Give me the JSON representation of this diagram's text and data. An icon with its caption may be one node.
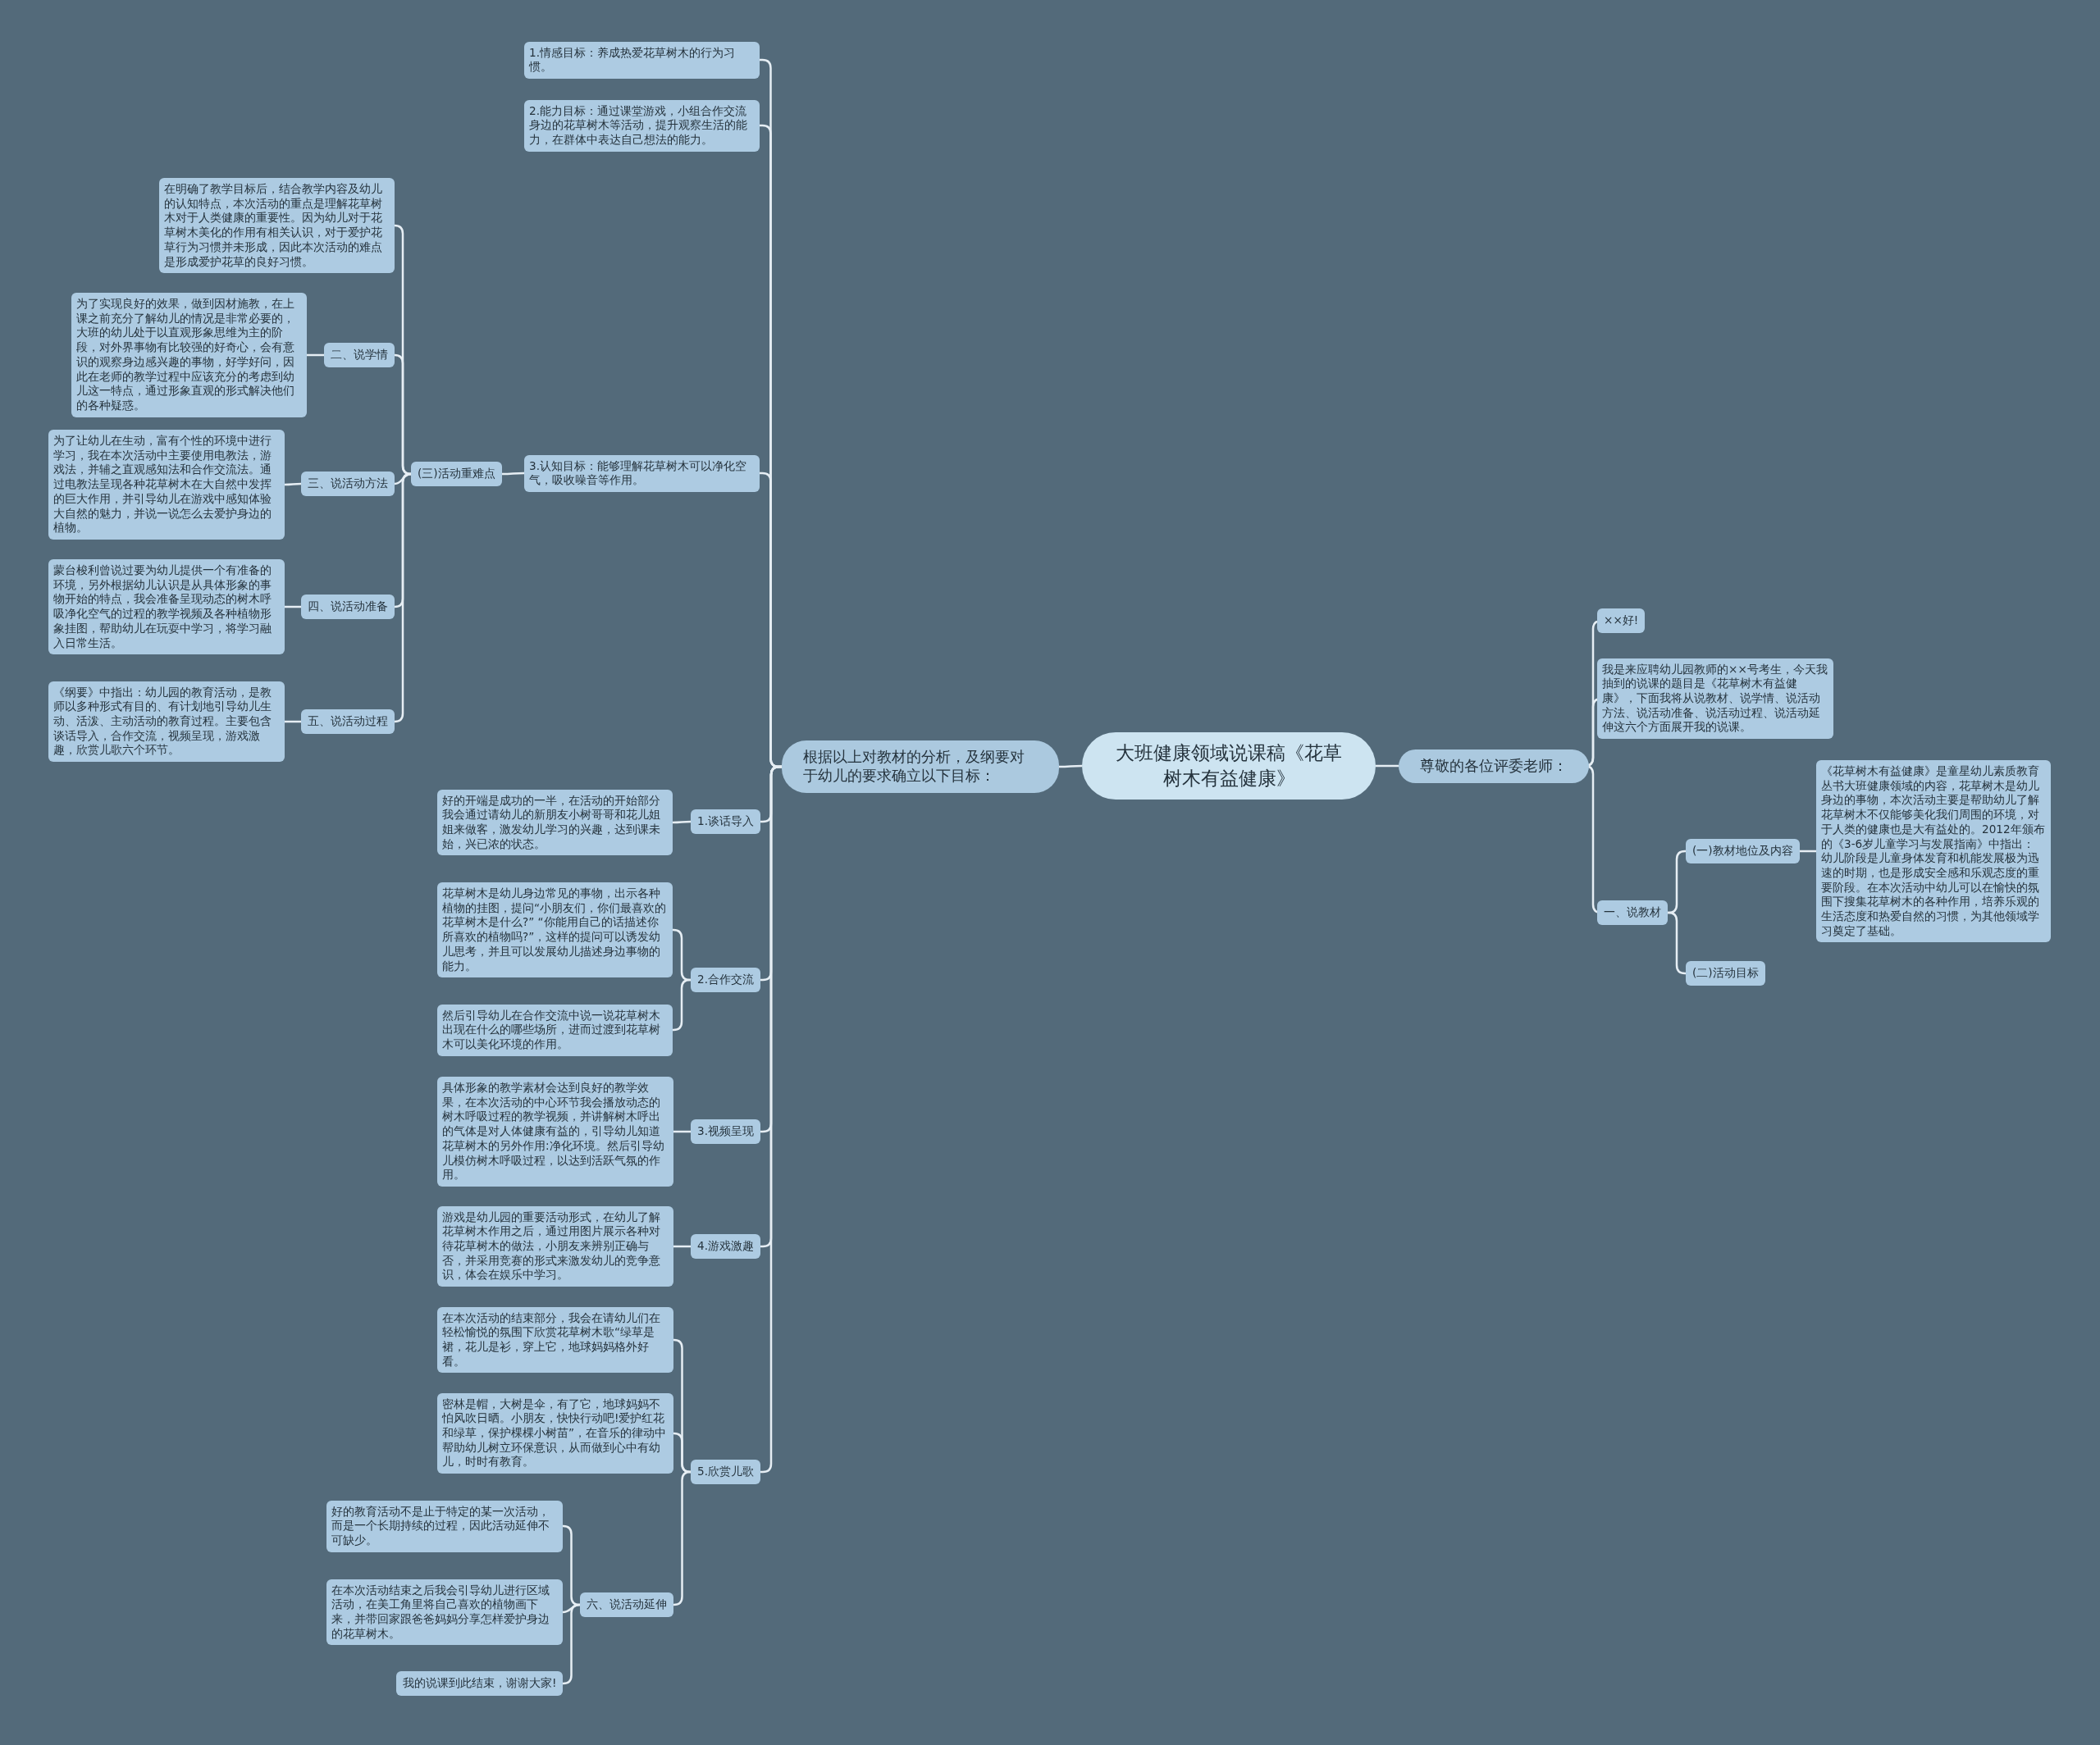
{
  "diagram": {
    "nodes": [
      {
        "text": [
          "大班健康领域说课稿《花草树木有益健康》"
        ]
      },
      {
        "text": [
          "尊敬的各位评委老师："
        ]
      },
      {
        "text": [
          "××好!"
        ]
      },
      {
        "text": [
          "我是来应聘幼儿园教师的××号考生，今天我抽到的说课的题目是《花草树木有益健康》，下面我将从说教材、说学情、说活动方法、说活动准备、说活动过程、说活动延伸这六个方面展开我的说课。"
        ]
      },
      {
        "text": [
          "一、说教材"
        ]
      },
      {
        "text": [
          "(一)教材地位及内容"
        ]
      },
      {
        "text": [
          "《花草树木有益健康》是童星幼儿素质教育丛书大班健康领域的内容，花草树木是幼儿身边的事物，本次活动主要是帮助幼儿了解花草树木不仅能够美化我们周围的环境，对于人类的健康也是大有益处的。2012年颁布的《3-6岁儿童学习与发展指南》中指出：幼儿阶段是儿童身体发育和机能发展极为迅速的时期，也是形成安全感和乐观态度的重要阶段。在本次活动中幼儿可以在愉快的氛围下搜集花草树木的各种作用，培养乐观的生活态度和热爱自然的习惯，为其他领域学习奠定了基础。"
        ]
      },
      {
        "text": [
          "(二)活动目标"
        ]
      },
      {
        "text": [
          "根据以上对教材的分析，及纲要对于幼儿的要求确立以下目标："
        ]
      },
      {
        "text": [
          "1.情感目标：养成热爱花草树木的行为习惯。"
        ]
      },
      {
        "text": [
          "2.能力目标：通过课堂游戏，小组合作交流身边的花草树木等活动，提升观察生活的能力，在群体中表达自己想法的能力。"
        ]
      },
      {
        "text": [
          "3.认知目标：能够理解花草树木可以净化空气，吸收噪音等作用。"
        ]
      },
      {
        "text": [
          "(三)活动重难点"
        ]
      },
      {
        "text": [
          "在明确了教学目标后，结合教学内容及幼儿的认知特点，本次活动的重点是理解花草树木对于人类健康的重要性。因为幼儿对于花草树木美化的作用有相关认识，对于爱护花草行为习惯并未形成，因此本次活动的难点是形成爱护花草的良好习惯。"
        ]
      },
      {
        "text": [
          "二、说学情"
        ]
      },
      {
        "text": [
          "为了实现良好的效果，做到因材施教，在上课之前充分了解幼儿的情况是非常必要的，大班的幼儿处于以直观形象思维为主的阶段，对外界事物有比较强的好奇心，会有意识的观察身边感兴趣的事物，好学好问，因此在老师的教学过程中应该充分的考虑到幼儿这一特点，通过形象直观的形式解决他们的各种疑惑。"
        ]
      },
      {
        "text": [
          "三、说活动方法"
        ]
      },
      {
        "text": [
          "为了让幼儿在生动，富有个性的环境中进行学习，我在本次活动中主要使用电教法，游戏法，并辅之直观感知法和合作交流法。通过电教法呈现各种花草树木在大自然中发挥的巨大作用，并引导幼儿在游戏中感知体验大自然的魅力，并说一说怎么去爱护身边的植物。"
        ]
      },
      {
        "text": [
          "四、说活动准备"
        ]
      },
      {
        "text": [
          "蒙台梭利曾说过要为幼儿提供一个有准备的环境，另外根据幼儿认识是从具体形象的事物开始的特点，我会准备呈现动态的树木呼吸净化空气的过程的教学视频及各种植物形象挂图，帮助幼儿在玩耍中学习，将学习融入日常生活。"
        ]
      },
      {
        "text": [
          "五、说活动过程"
        ]
      },
      {
        "text": [
          "《纲要》中指出：幼儿园的教育活动，是教师以多种形式有目的、有计划地引导幼儿生动、活泼、主动活动的教育过程。主要包含谈话导入，合作交流，视频呈现，游戏激趣，欣赏儿歌六个环节。"
        ]
      },
      {
        "text": [
          "1.谈话导入"
        ]
      },
      {
        "text": [
          "好的开端是成功的一半，在活动的开始部分我会通过请幼儿的新朋友小树哥哥和花儿姐姐来做客，激发幼儿学习的兴趣，达到课未始，兴已浓的状态。"
        ]
      },
      {
        "text": [
          "2.合作交流"
        ]
      },
      {
        "text": [
          "花草树木是幼儿身边常见的事物，出示各种植物的挂图，提问“小朋友们，你们最喜欢的花草树木是什么?” “你能用自己的话描述你所喜欢的植物吗?”，这样的提问可以诱发幼儿思考，并且可以发展幼儿描述身边事物的能力。"
        ]
      },
      {
        "text": [
          "然后引导幼儿在合作交流中说一说花草树木出现在什么的哪些场所，进而过渡到花草树木可以美化环境的作用。"
        ]
      },
      {
        "text": [
          "3.视频呈现"
        ]
      },
      {
        "text": [
          "具体形象的教学素材会达到良好的教学效果，在本次活动的中心环节我会播放动态的树木呼吸过程的教学视频，并讲解树木呼出的气体是对人体健康有益的，引导幼儿知道花草树木的另外作用:净化环境。然后引导幼儿模仿树木呼吸过程，以达到活跃气氛的作用。"
        ]
      },
      {
        "text": [
          "4.游戏激趣"
        ]
      },
      {
        "text": [
          "游戏是幼儿园的重要活动形式，在幼儿了解花草树木作用之后，通过用图片展示各种对待花草树木的做法，小朋友来辨别正确与否，并采用竞赛的形式来激发幼儿的竞争意识，体会在娱乐中学习。"
        ]
      },
      {
        "text": [
          "5.欣赏儿歌"
        ]
      },
      {
        "text": [
          "在本次活动的结束部分，我会在请幼儿们在轻松愉悦的氛围下欣赏花草树木歌“绿草是裙，花儿是衫，穿上它，地球妈妈格外好看。"
        ]
      },
      {
        "text": [
          "密林是帽，大树是伞，有了它，地球妈妈不怕风吹日晒。小朋友，快快行动吧!爱护红花和绿草，保护棵棵小树苗”，在音乐的律动中帮助幼儿树立环保意识，从而做到心中有幼儿，时时有教育。"
        ]
      },
      {
        "text": [
          "六、说活动延伸"
        ]
      },
      {
        "text": [
          "好的教育活动不是止于特定的某一次活动，而是一个长期持续的过程，因此活动延伸不可缺少。"
        ]
      },
      {
        "text": [
          "在本次活动结束之后我会引导幼儿进行区域活动，在美工角里将自己喜欢的植物画下来，并带回家跟爸爸妈妈分享怎样爱护身边的花草树木。"
        ]
      },
      {
        "text": [
          "我的说课到此结束，谢谢大家!"
        ]
      }
    ],
    "edges": [
      {
        "from": 0,
        "to": 1,
        "arrow": "none"
      },
      {
        "from": 1,
        "to": 2,
        "arrow": "none"
      },
      {
        "from": 1,
        "to": 3,
        "arrow": "none"
      },
      {
        "from": 1,
        "to": 4,
        "arrow": "none"
      },
      {
        "from": 4,
        "to": 5,
        "arrow": "none"
      },
      {
        "from": 5,
        "to": 6,
        "arrow": "none"
      },
      {
        "from": 4,
        "to": 7,
        "arrow": "none"
      },
      {
        "from": 0,
        "to": 8,
        "arrow": "none"
      },
      {
        "from": 8,
        "to": 9,
        "arrow": "none"
      },
      {
        "from": 8,
        "to": 10,
        "arrow": "none"
      },
      {
        "from": 8,
        "to": 11,
        "arrow": "none"
      },
      {
        "from": 11,
        "to": 12,
        "arrow": "none"
      },
      {
        "from": 12,
        "to": 13,
        "arrow": "none"
      },
      {
        "from": 12,
        "to": 14,
        "arrow": "none"
      },
      {
        "from": 14,
        "to": 15,
        "arrow": "none"
      },
      {
        "from": 12,
        "to": 16,
        "arrow": "none"
      },
      {
        "from": 16,
        "to": 17,
        "arrow": "none"
      },
      {
        "from": 12,
        "to": 18,
        "arrow": "none"
      },
      {
        "from": 18,
        "to": 19,
        "arrow": "none"
      },
      {
        "from": 12,
        "to": 20,
        "arrow": "none"
      },
      {
        "from": 20,
        "to": 21,
        "arrow": "none"
      },
      {
        "from": 8,
        "to": 22,
        "arrow": "none"
      },
      {
        "from": 22,
        "to": 23,
        "arrow": "none"
      },
      {
        "from": 8,
        "to": 24,
        "arrow": "none"
      },
      {
        "from": 24,
        "to": 25,
        "arrow": "none"
      },
      {
        "from": 24,
        "to": 26,
        "arrow": "none"
      },
      {
        "from": 8,
        "to": 27,
        "arrow": "none"
      },
      {
        "from": 27,
        "to": 28,
        "arrow": "none"
      },
      {
        "from": 8,
        "to": 29,
        "arrow": "none"
      },
      {
        "from": 29,
        "to": 30,
        "arrow": "none"
      },
      {
        "from": 8,
        "to": 31,
        "arrow": "none"
      },
      {
        "from": 31,
        "to": 32,
        "arrow": "none"
      },
      {
        "from": 31,
        "to": 33,
        "arrow": "none"
      },
      {
        "from": 31,
        "to": 34,
        "arrow": "none"
      },
      {
        "from": 34,
        "to": 35,
        "arrow": "none"
      },
      {
        "from": 34,
        "to": 36,
        "arrow": "none"
      },
      {
        "from": 34,
        "to": 37,
        "arrow": "none"
      }
    ]
  }
}
